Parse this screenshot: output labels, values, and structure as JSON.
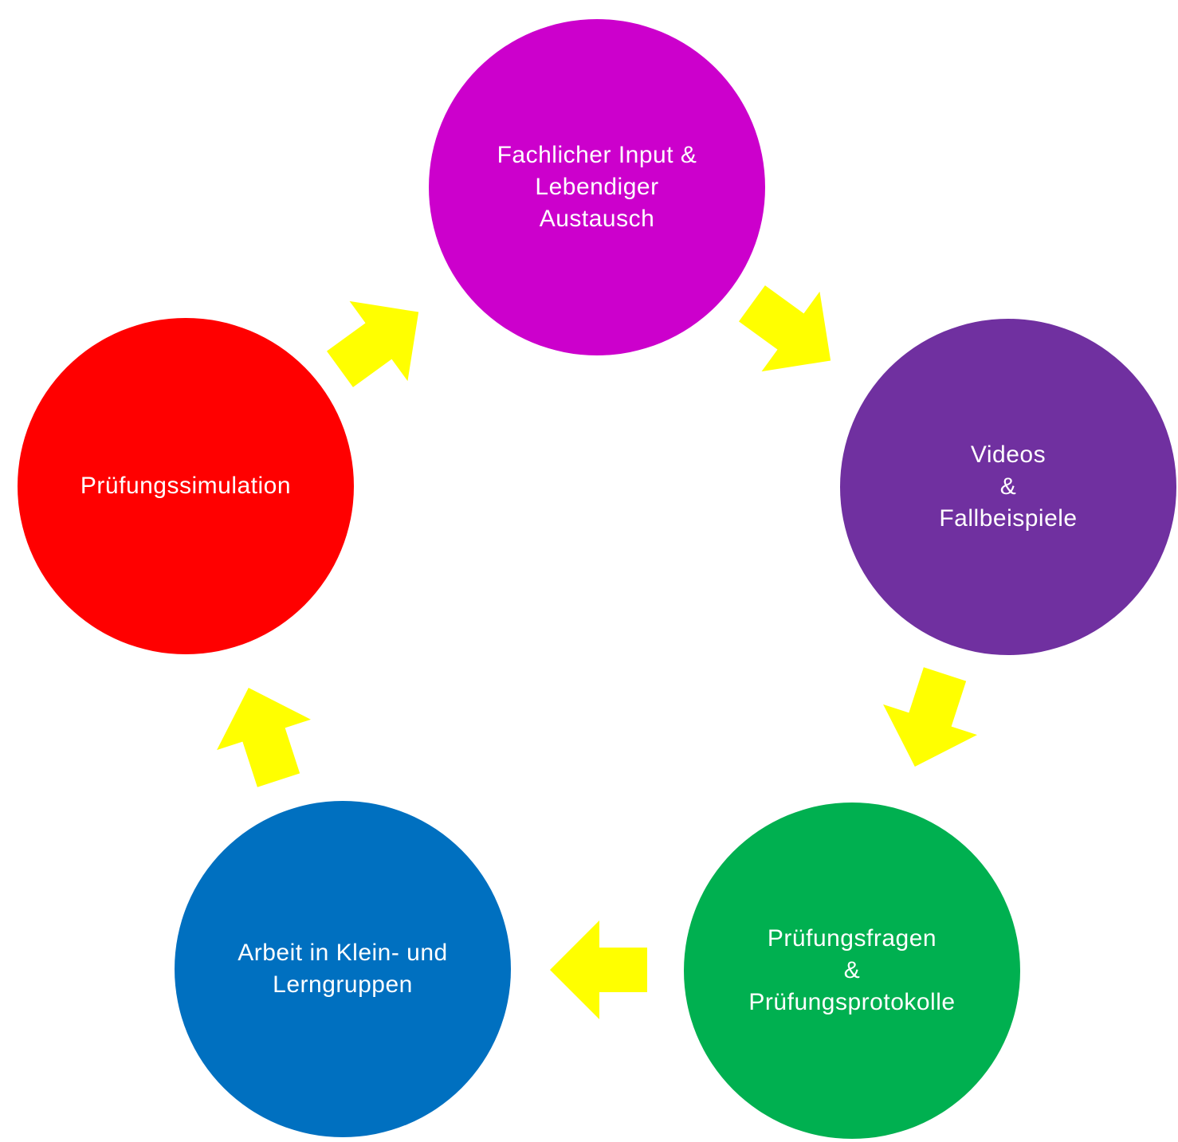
{
  "diagram": {
    "arrow_color": "#ffff00",
    "nodes": [
      {
        "id": "fachlicher-input",
        "color": "#cc00cc",
        "lines": [
          "Fachlicher Input &",
          "Lebendiger",
          "Austausch"
        ]
      },
      {
        "id": "videos",
        "color": "#7030a0",
        "lines": [
          "Videos",
          "&",
          "Fallbeispiele"
        ]
      },
      {
        "id": "pruefungsfragen",
        "color": "#00b050",
        "lines": [
          "Prüfungsfragen",
          "&",
          "Prüfungsprotokolle"
        ]
      },
      {
        "id": "arbeit-in-gruppen",
        "color": "#0070c0",
        "lines": [
          "Arbeit in Klein- und",
          "Lerngruppen"
        ]
      },
      {
        "id": "pruefungssimulation",
        "color": "#ff0000",
        "lines": [
          "Prüfungssimulation"
        ]
      }
    ],
    "edges": [
      {
        "from": "fachlicher-input",
        "to": "videos"
      },
      {
        "from": "videos",
        "to": "pruefungsfragen"
      },
      {
        "from": "pruefungsfragen",
        "to": "arbeit-in-gruppen"
      },
      {
        "from": "arbeit-in-gruppen",
        "to": "pruefungssimulation"
      },
      {
        "from": "pruefungssimulation",
        "to": "fachlicher-input"
      }
    ]
  }
}
